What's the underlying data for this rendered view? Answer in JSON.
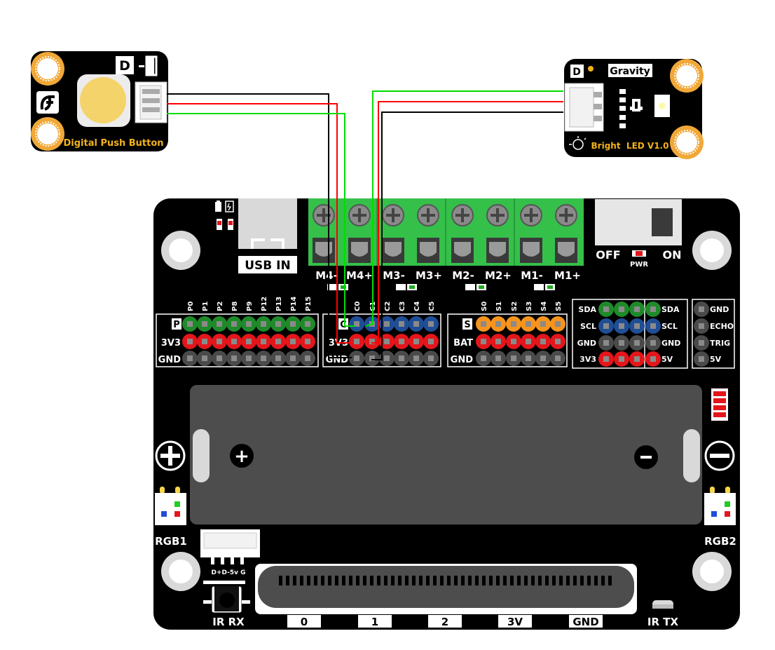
{
  "button_module": {
    "name": "Digital Push Button",
    "type_badge": "D",
    "logo": "df-logo",
    "colors": {
      "body": "#000000",
      "cap": "#f5d36b",
      "label": "#f2b21b"
    }
  },
  "led_module": {
    "badge": "D",
    "brand": "Gravity",
    "name": "Bright  LED V1.0",
    "colors": {
      "label": "#f2b21b",
      "led": "#fffbe0"
    }
  },
  "board": {
    "usb_label": "USB IN",
    "switch": {
      "off": "OFF",
      "on": "ON",
      "pwr": "PWR"
    },
    "motor_labels": [
      "M4-",
      "M4+",
      "M3-",
      "M3+",
      "M2-",
      "M2+",
      "M1-",
      "M1+"
    ],
    "header_p": {
      "tag": "P",
      "pins": [
        "P0",
        "P1",
        "P2",
        "P8",
        "P9",
        "P12",
        "P13",
        "P14",
        "P15"
      ],
      "rows": [
        "3V3",
        "GND"
      ]
    },
    "header_c": {
      "tag": "C",
      "pins": [
        "C0",
        "C1",
        "C2",
        "C3",
        "C4",
        "C5"
      ],
      "rows": [
        "3V3",
        "GND"
      ]
    },
    "header_s": {
      "tag": "S",
      "pins": [
        "S0",
        "S1",
        "S2",
        "S3",
        "S4",
        "S5"
      ],
      "rows": [
        "BAT",
        "GND"
      ]
    },
    "i2c": {
      "left": [
        "SDA",
        "SCL",
        "GND",
        "3V3"
      ],
      "right": [
        "SDA",
        "SCL",
        "GND",
        "5V"
      ]
    },
    "sonar": [
      "GND",
      "ECHO",
      "TRIG",
      "5V"
    ],
    "battery": {
      "plus": "+",
      "minus": "−"
    },
    "rgb": [
      "RGB1",
      "RGB2"
    ],
    "ir_rx": "IR RX",
    "ir_tx": "IR TX",
    "usb_pins": "D+D-5v G",
    "edge_pads": [
      "0",
      "1",
      "2",
      "3V",
      "GND"
    ]
  },
  "colors": {
    "board": "#000000",
    "terminal_green": "#35c04a",
    "pin_green": "#1f8a2a",
    "pin_red": "#e3161b",
    "pin_black": "#4a4a4a",
    "pin_blue": "#1f4e96",
    "pin_orange": "#f7941d",
    "wire_black": "#000000",
    "wire_red": "#ff0000",
    "wire_green": "#00dd00",
    "battery": "#4d4d4d"
  }
}
